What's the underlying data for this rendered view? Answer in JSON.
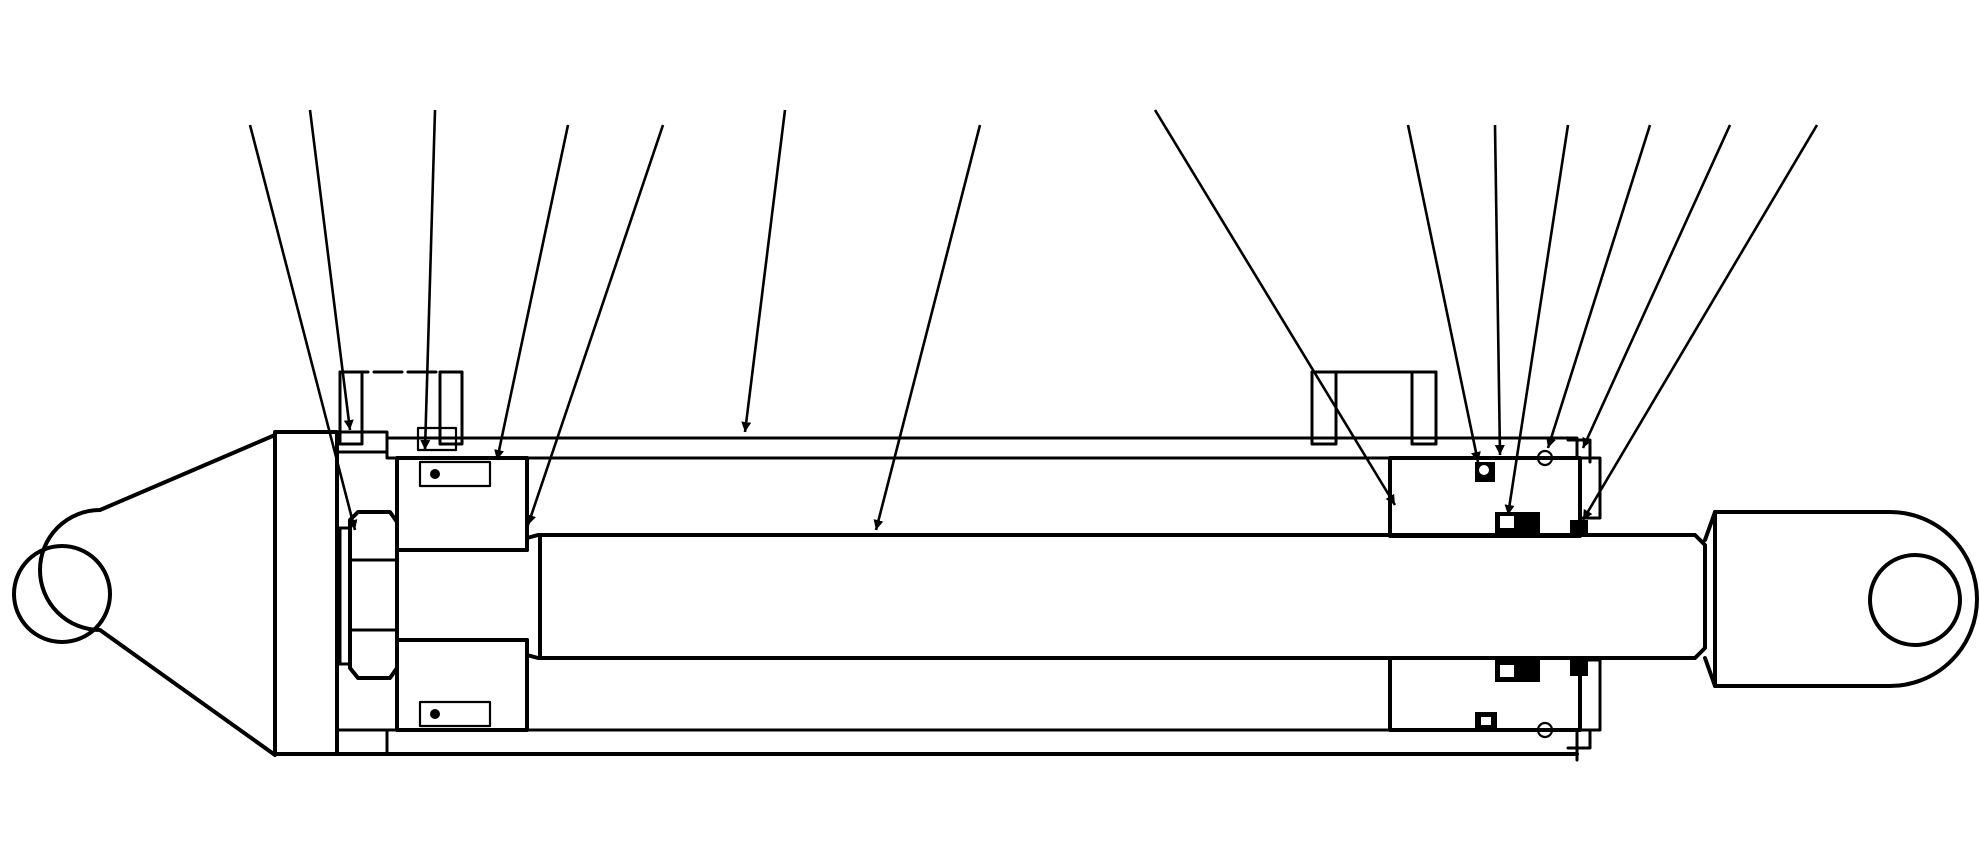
{
  "figure": {
    "kind": "hydraulic-cylinder-cross-section",
    "colors": {
      "ink": "#000000",
      "paper": "#ffffff"
    },
    "callouts": [
      {
        "id": "callout-1",
        "label": ""
      },
      {
        "id": "callout-2",
        "label": ""
      },
      {
        "id": "callout-3",
        "label": ""
      },
      {
        "id": "callout-4",
        "label": ""
      },
      {
        "id": "callout-5",
        "label": ""
      },
      {
        "id": "callout-6",
        "label": ""
      },
      {
        "id": "callout-7",
        "label": ""
      },
      {
        "id": "callout-8",
        "label": ""
      },
      {
        "id": "callout-9",
        "label": ""
      },
      {
        "id": "callout-10",
        "label": ""
      },
      {
        "id": "callout-11",
        "label": ""
      },
      {
        "id": "callout-12",
        "label": ""
      },
      {
        "id": "callout-13",
        "label": ""
      },
      {
        "id": "callout-14",
        "label": ""
      }
    ]
  }
}
